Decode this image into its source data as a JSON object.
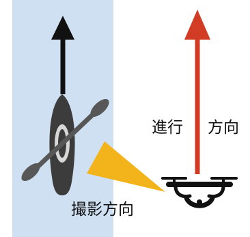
{
  "labels": {
    "travel_direction_left": "進行",
    "travel_direction_right": "方向",
    "shooting_direction": "撮影方向"
  },
  "colors": {
    "background": "#ffffff",
    "highlight_panel": "#cfe0f2",
    "boat_arrow": "#111111",
    "drone_arrow": "#d23b24",
    "camera_cone": "#f3b31a",
    "kayak": "#3c3c3c",
    "paddle": "#575757",
    "drone": "#111111"
  },
  "icons": {
    "kayak": "kayak-icon",
    "paddle": "paddle-icon",
    "drone": "drone-icon",
    "camera_cone": "camera-cone-icon"
  }
}
